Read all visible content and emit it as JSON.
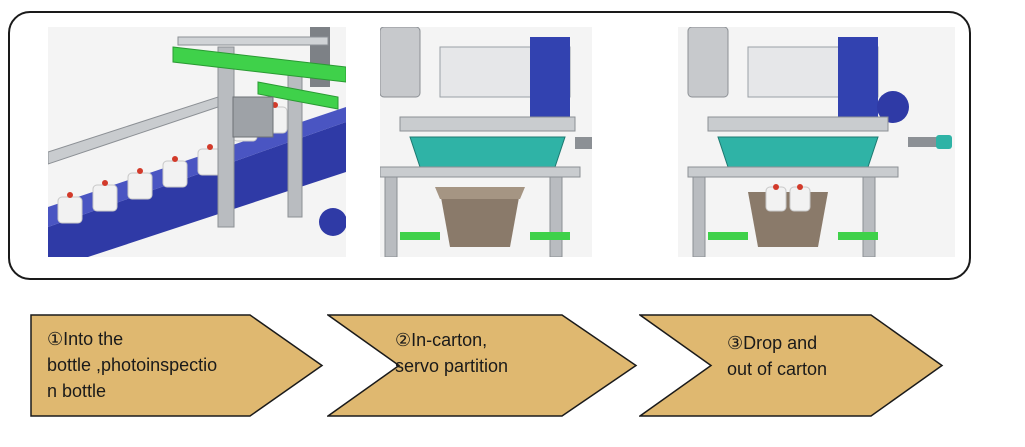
{
  "diagram": {
    "steps": [
      {
        "label": "①Into the\nbottle ,photoinspectio\nn bottle"
      },
      {
        "label": "②In-carton,\nservo partition"
      },
      {
        "label": "③Drop and\nout of carton"
      }
    ],
    "colors": {
      "arrow_fill": "#dfb870",
      "arrow_stroke": "#1a1a1a",
      "frame_stroke": "#1a1a1a",
      "conveyor_blue": "#2f3aa6",
      "rail_green": "#3fd14a",
      "machine_teal": "#2fb3a6",
      "metal_grey": "#b9bcc0",
      "carton_brown": "#8a7a6a"
    },
    "images": [
      {
        "icon": "bottle-conveyor-render"
      },
      {
        "icon": "carton-packing-render"
      },
      {
        "icon": "carton-drop-render"
      }
    ]
  }
}
